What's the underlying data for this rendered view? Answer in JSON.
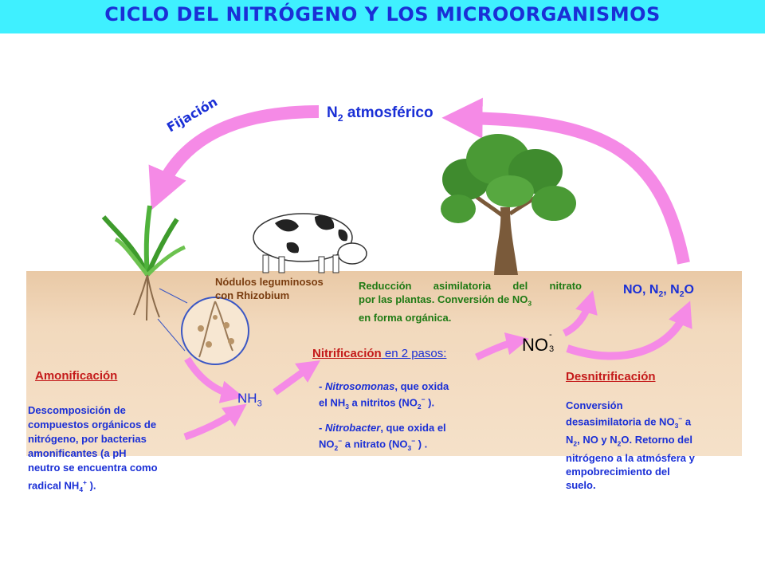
{
  "title": "CICLO DEL NITRÓGENO Y LOS MICROORGANISMOS",
  "labels": {
    "n2_main": "N",
    "n2_sub": "2",
    "n2_rest": " atmosférico",
    "fijacion": "Fijación",
    "nodulos_line1": "Nódulos leguminosos",
    "nodulos_line2": "con Rhizobium",
    "reduccion_line1": "Reducción asimilatoria del nitrato",
    "reduccion_line2a": "por las plantas. Conversión de NO",
    "reduccion_line2_sub": "3",
    "reduccion_line3": "en forma orgánica.",
    "no_products_a": "NO, N",
    "no_products_sub1": "2",
    "no_products_b": ", N",
    "no_products_sub2": "2",
    "no_products_c": "O",
    "no3_main": "NO",
    "no3_sub": "3",
    "no3_sup": "-",
    "nh3_main": "NH",
    "nh3_sub": "3"
  },
  "nitrificacion": {
    "title": "Nitrificación",
    "title_rest": " en 2 pasos:",
    "step1_a": "- ",
    "step1_org": "Nitrosomonas",
    "step1_b": ", que oxida",
    "step1_c": "el NH",
    "step1_c_sub": "3",
    "step1_d": " a nitritos (NO",
    "step1_d_sub": "2",
    "step1_d_sup": "−",
    "step1_e": " ).",
    "step2_a": "- ",
    "step2_org": "Nitrobacter",
    "step2_b": ", que oxida el",
    "step2_c": "NO",
    "step2_c_sub": "2",
    "step2_c_sup": "−",
    "step2_d": "  a nitrato (NO",
    "step2_d_sub": "3",
    "step2_d_sup": "−",
    "step2_e": " ) ."
  },
  "amonificacion": {
    "title": "Amonificación",
    "line1": "Descomposición de",
    "line2": "compuestos orgánicos de",
    "line3": "nitrógeno, por bacterias",
    "line4": "amonificantes (a pH",
    "line5": "neutro se encuentra como",
    "line6a": "radical NH",
    "line6_sub": "4",
    "line6_sup": "+",
    "line6b": " )."
  },
  "desnitrificacion": {
    "title": "Desnitrificación",
    "line1": "Conversión",
    "line2a": "desasimilatoria de NO",
    "line2_sub": "3",
    "line2_sup": "−",
    "line2b": "  a",
    "line3a": "N",
    "line3_sub": "2",
    "line3b": ", NO y N",
    "line3_sub2": "2",
    "line3c": "O. Retorno del",
    "line4": "nitrógeno a la atmósfera y",
    "line5": "empobrecimiento del",
    "line6": "suelo."
  },
  "colors": {
    "banner": "#3ff0ff",
    "title": "#1a2fd6",
    "arrow": "#f58ae6",
    "soil": "#f2d9bd"
  }
}
